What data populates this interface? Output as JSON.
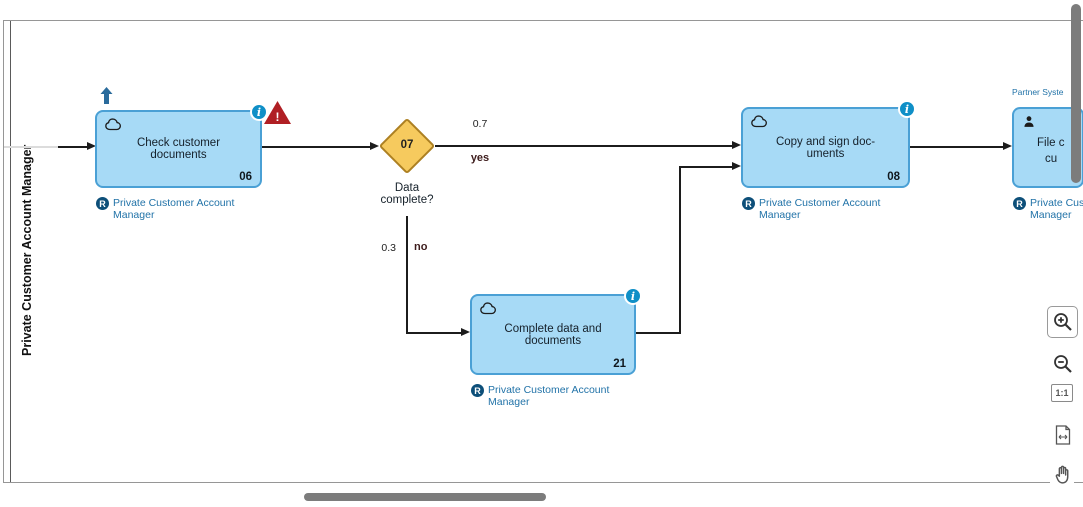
{
  "diagram": {
    "lane_label": "Private Customer Account Manager",
    "tasks": [
      {
        "label": "Check customer\ndocuments",
        "number": "06",
        "role": "Private Customer Account\nManager"
      },
      {
        "label": "Copy and sign doc-\numents",
        "number": "08",
        "role": "Private Customer Account\nManager"
      },
      {
        "label": "Complete data and\ndocuments",
        "number": "21",
        "role": "Private Customer Account\nManager"
      },
      {
        "label_line1": "File c",
        "label_line2": "cu",
        "role": "Private Customer Account\nManager",
        "system_label": "Partner Syste"
      }
    ],
    "gateway": {
      "number": "07",
      "question": "Data\ncomplete?"
    },
    "edges": {
      "yes_probability": "0.7",
      "yes_label": "yes",
      "no_probability": "0.3",
      "no_label": "no"
    }
  },
  "icons": {
    "info": "i",
    "warning": "!",
    "role_badge": "R"
  },
  "toolbar": {
    "one_to_one_label": "1:1"
  },
  "colors": {
    "task_fill": "#a7daf6",
    "task_border": "#4aa0d5",
    "gateway_fill": "#f6ca5e",
    "gateway_border": "#ad8022",
    "info_blue": "#0f8fc7",
    "role_text_blue": "#2273a8",
    "warning_red": "#b01f24",
    "scrollbar_gray": "#7c7c7c"
  }
}
